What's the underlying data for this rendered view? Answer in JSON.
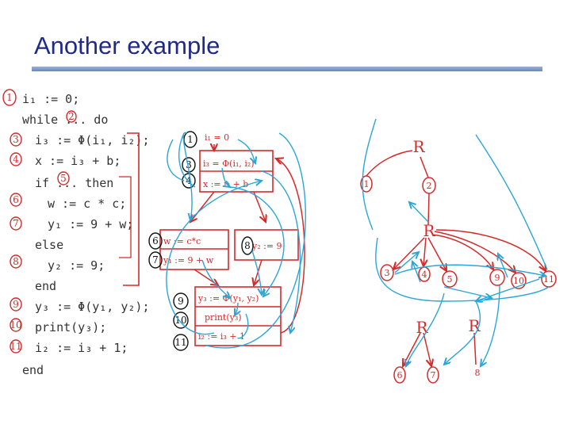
{
  "slide": {
    "title": "Another example"
  },
  "code_lines": [
    "i₁ := 0;",
    "while ... do",
    "i₃ := Φ(i₁, i₂);",
    "x := i₃ + b;",
    "if ... then",
    "w := c * c;",
    "y₁ := 9 + w;",
    "else",
    "y₂ := 9;",
    "end",
    "y₃ := Φ(y₁, y₂);",
    "print(y₃);",
    "i₂ := i₃ + 1;",
    "end"
  ],
  "line_markers": [
    "1",
    "2",
    "3",
    "4",
    "5",
    "6",
    "7",
    "8",
    "9",
    "10",
    "11"
  ],
  "cfg_blocks": [
    {
      "marker": "1",
      "lines": [
        "i₁ = 0"
      ]
    },
    {
      "marker": "3",
      "lines": [
        "i₃ = Φ(i₁, i₂)"
      ]
    },
    {
      "marker": "4",
      "lines": [
        "x := i₃ + b"
      ]
    },
    {
      "marker": "6",
      "lines": [
        "w := c*c"
      ]
    },
    {
      "marker": "7",
      "lines": [
        "y₁ := 9 + w"
      ]
    },
    {
      "marker": "8",
      "lines": [
        "y₂ := 9"
      ]
    },
    {
      "marker": "9",
      "lines": [
        "y₃ := Φ(y₁, y₂)"
      ]
    },
    {
      "marker": "10",
      "lines": [
        "print(y₃)"
      ]
    },
    {
      "marker": "11",
      "lines": [
        "i₂ := i₃ + 1"
      ]
    }
  ],
  "graph": {
    "region_labels": [
      "R",
      "R",
      "R",
      "R"
    ],
    "nodes": [
      "1",
      "2",
      "3",
      "4",
      "6",
      "7",
      "8",
      "9",
      "10",
      "11",
      "5"
    ]
  }
}
